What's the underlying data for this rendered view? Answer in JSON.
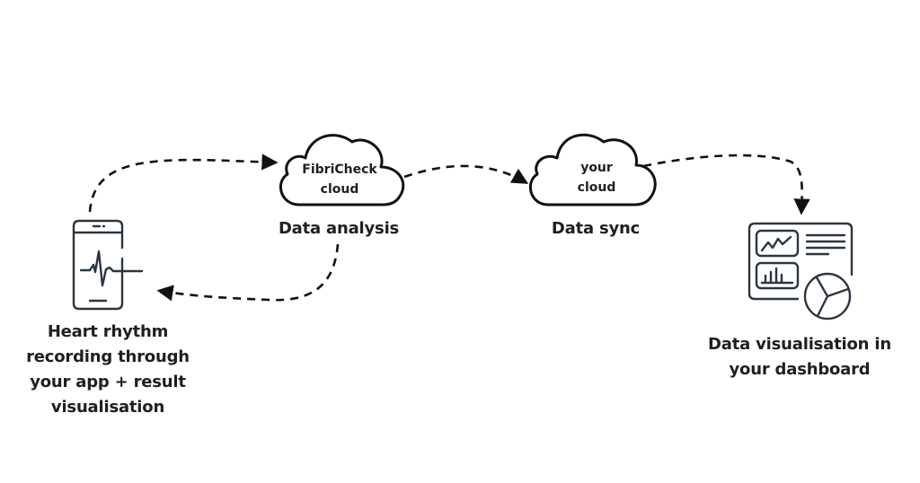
{
  "diagram": {
    "type": "data-flow",
    "colors": {
      "arrow": "#111111",
      "icon_stroke": "#2b3640",
      "cloud_stroke": "#111111",
      "text": "#1f1f1f"
    },
    "nodes": {
      "phone": {
        "icon": "smartphone-heartbeat-icon",
        "caption_lines": [
          "Heart rhythm",
          "recording through",
          "your app + result",
          "visualisation"
        ]
      },
      "fibricheck_cloud": {
        "icon": "cloud-icon",
        "cloud_lines": [
          "FibriCheck",
          "cloud"
        ],
        "caption": "Data analysis"
      },
      "your_cloud": {
        "icon": "cloud-icon",
        "cloud_lines": [
          "your",
          "cloud"
        ],
        "caption": "Data sync"
      },
      "dashboard": {
        "icon": "dashboard-icon",
        "caption_lines": [
          "Data visualisation in",
          "your dashboard"
        ]
      }
    },
    "edges": [
      {
        "from": "phone",
        "to": "fibricheck_cloud",
        "style": "dashed"
      },
      {
        "from": "fibricheck_cloud",
        "to": "phone",
        "style": "dashed"
      },
      {
        "from": "fibricheck_cloud",
        "to": "your_cloud",
        "style": "dashed"
      },
      {
        "from": "your_cloud",
        "to": "dashboard",
        "style": "dashed"
      }
    ]
  }
}
